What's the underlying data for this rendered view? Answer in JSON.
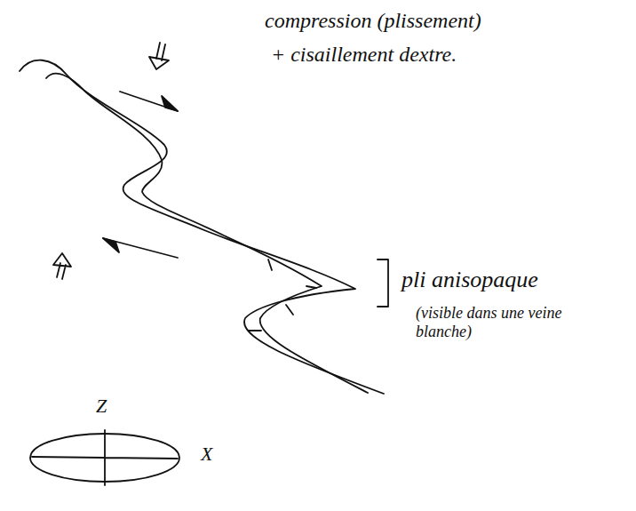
{
  "diagram": {
    "labels": [
      "compression (plissement)",
      "+ cisaillement dextre.",
      "pli anisopaque",
      "(visible dans une veine blanche)",
      "Z",
      "X"
    ]
  }
}
